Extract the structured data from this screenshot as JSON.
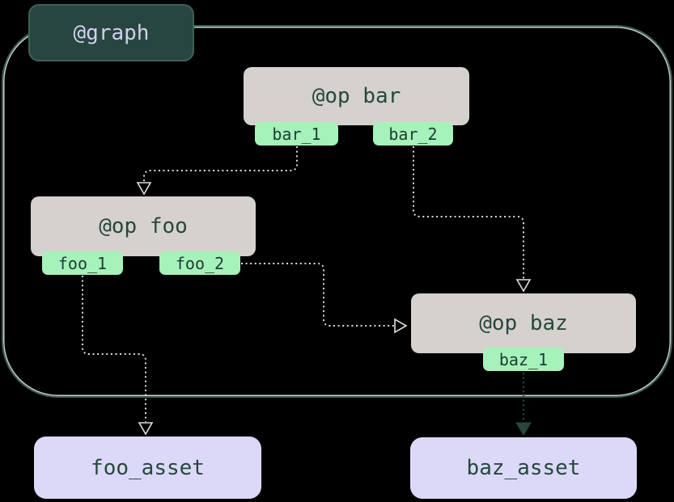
{
  "graph_badge": {
    "label": "@graph"
  },
  "ops": [
    {
      "id": "bar",
      "title": "@op bar",
      "outputs": [
        "bar_1",
        "bar_2"
      ]
    },
    {
      "id": "foo",
      "title": "@op foo",
      "outputs": [
        "foo_1",
        "foo_2"
      ]
    },
    {
      "id": "baz",
      "title": "@op baz",
      "outputs": [
        "baz_1"
      ]
    }
  ],
  "assets": [
    {
      "id": "foo_asset",
      "label": "foo_asset"
    },
    {
      "id": "baz_asset",
      "label": "baz_asset"
    }
  ],
  "edges": [
    {
      "from": "bar.bar_1",
      "to": "op foo",
      "style": "dotted-light-hollow-head"
    },
    {
      "from": "bar.bar_2",
      "to": "op baz",
      "style": "dotted-light-hollow-head"
    },
    {
      "from": "foo.foo_2",
      "to": "op baz",
      "style": "dotted-light-hollow-head"
    },
    {
      "from": "foo.foo_1",
      "to": "foo_asset",
      "style": "dotted-light-hollow-head"
    },
    {
      "from": "baz.baz_1",
      "to": "baz_asset",
      "style": "dotted-teal-filled-head"
    }
  ],
  "colors": {
    "background": "#000000",
    "graph_badge_fill": "#27463f",
    "graph_badge_border": "#3f6156",
    "graph_badge_text": "#d2cff0",
    "graph_border_line": "#3d5e53",
    "op_fill": "#d5d2ce",
    "op_text": "#27473e",
    "tab_fill": "#a6f2bb",
    "tab_text": "#1e3c34",
    "asset_fill": "#dcd9f8",
    "asset_text": "#27473e",
    "edge_light": "#dddddd",
    "edge_teal": "#2c4c42",
    "edge_teal_head": "#27463f"
  }
}
